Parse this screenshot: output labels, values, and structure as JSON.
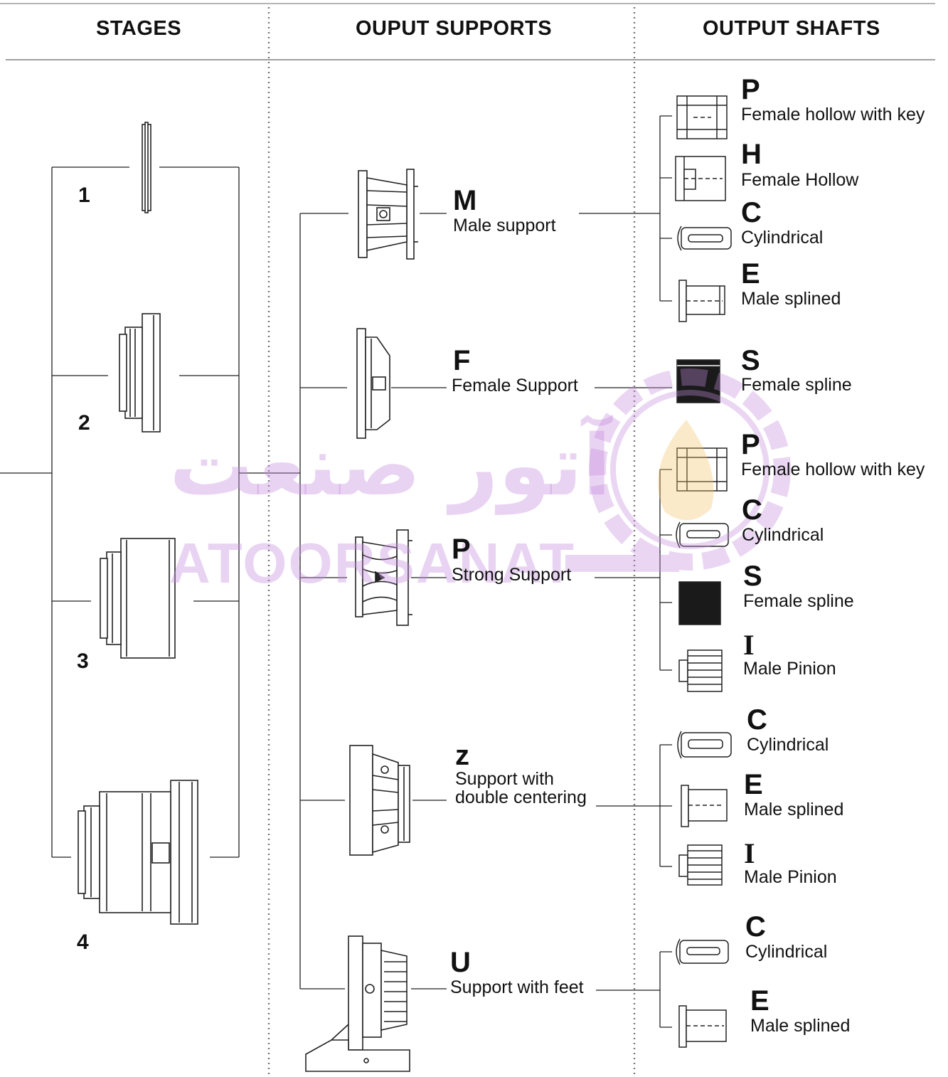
{
  "headers": {
    "stages": "STAGES",
    "supports": "OUPUT SUPPORTS",
    "shafts": "OUTPUT SHAFTS"
  },
  "stages": [
    "1",
    "2",
    "3",
    "4"
  ],
  "supports": [
    {
      "code": "M",
      "label": "Male support"
    },
    {
      "code": "F",
      "label": "Female Support"
    },
    {
      "code": "P",
      "label": "Strong Support"
    },
    {
      "code": "z",
      "label_line1": "Support with",
      "label_line2": "double centering"
    },
    {
      "code": "U",
      "label": "Support with feet"
    }
  ],
  "shafts": [
    {
      "code": "P",
      "label": "Female hollow with key"
    },
    {
      "code": "H",
      "label": "Female Hollow"
    },
    {
      "code": "C",
      "label": "Cylindrical"
    },
    {
      "code": "E",
      "label": "Male splined"
    },
    {
      "code": "S",
      "label": "Female spline"
    },
    {
      "code": "P",
      "label": "Female hollow with key"
    },
    {
      "code": "C",
      "label": "Cylindrical"
    },
    {
      "code": "S",
      "label": "Female spline"
    },
    {
      "code": "I",
      "label": "Male Pinion"
    },
    {
      "code": "C",
      "label": "Cylindrical"
    },
    {
      "code": "E",
      "label": "Male splined"
    },
    {
      "code": "I",
      "label": "Male Pinion"
    },
    {
      "code": "C",
      "label": "Cylindrical"
    },
    {
      "code": "E",
      "label": "Male splined"
    }
  ],
  "watermark": {
    "persian": "آتور صنعت",
    "latin": "ATOORSANAT",
    "color": "#c48cdc"
  }
}
